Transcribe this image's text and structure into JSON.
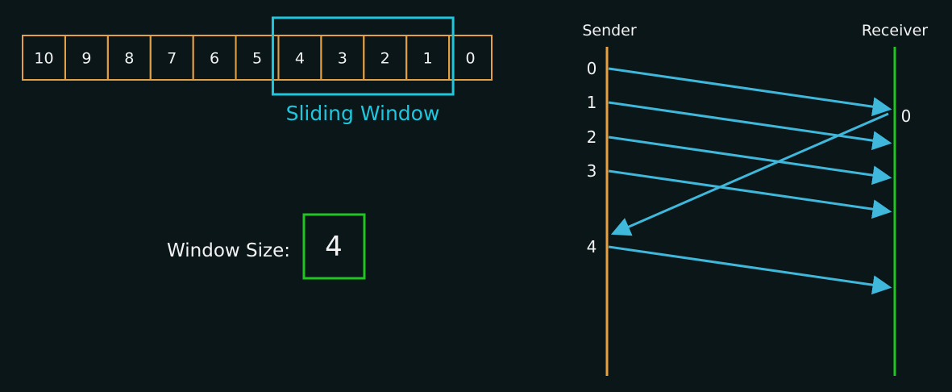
{
  "colors": {
    "background": "#0b1618",
    "cell_border": "#e3a046",
    "window": "#1ec6de",
    "arrow": "#3fb8dc",
    "sender_line": "#e8a040",
    "receiver_line": "#22c322",
    "size_box": "#22c322",
    "text": "#f2f2f2"
  },
  "buffer": {
    "cells": [
      "10",
      "9",
      "8",
      "7",
      "6",
      "5",
      "4",
      "3",
      "2",
      "1",
      "0"
    ],
    "window_label": "Sliding Window",
    "window_start_index": 6,
    "window_end_index": 9
  },
  "window_size": {
    "label": "Window Size:",
    "value": "4"
  },
  "timeline": {
    "sender_label": "Sender",
    "receiver_label": "Receiver",
    "sent_frames": [
      "0",
      "1",
      "2",
      "3",
      "4"
    ],
    "ack_label": "0"
  }
}
